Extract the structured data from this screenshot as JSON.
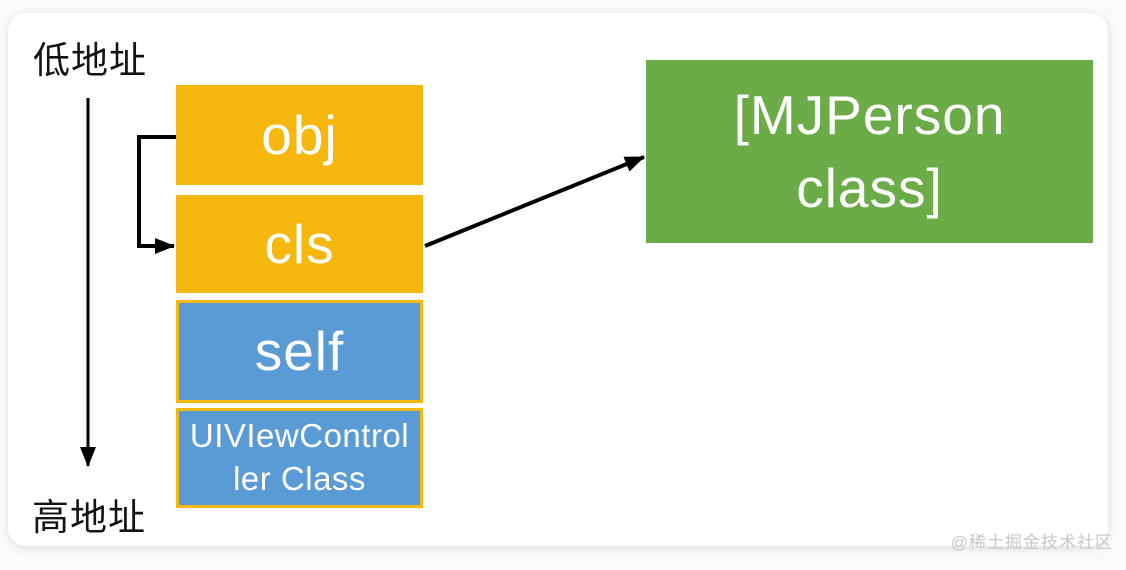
{
  "labels": {
    "low_address": "低地址",
    "high_address": "高地址"
  },
  "boxes": {
    "obj": {
      "label": "obj"
    },
    "cls": {
      "label": "cls"
    },
    "self": {
      "label": "self"
    },
    "uiviewcontroller": {
      "line1": "UIVIewControl",
      "line2": "ler Class"
    },
    "mjperson": {
      "line1": "[MJPerson",
      "line2": "class]"
    }
  },
  "watermark": "@稀土掘金技术社区",
  "colors": {
    "yellow": "#F6B70E",
    "blue": "#5B9BD5",
    "green": "#6BAC48",
    "box_text": "#FFFFFF",
    "arrow": "#000000",
    "address_text": "#141414",
    "watermark_text": "#C9C9C9"
  }
}
